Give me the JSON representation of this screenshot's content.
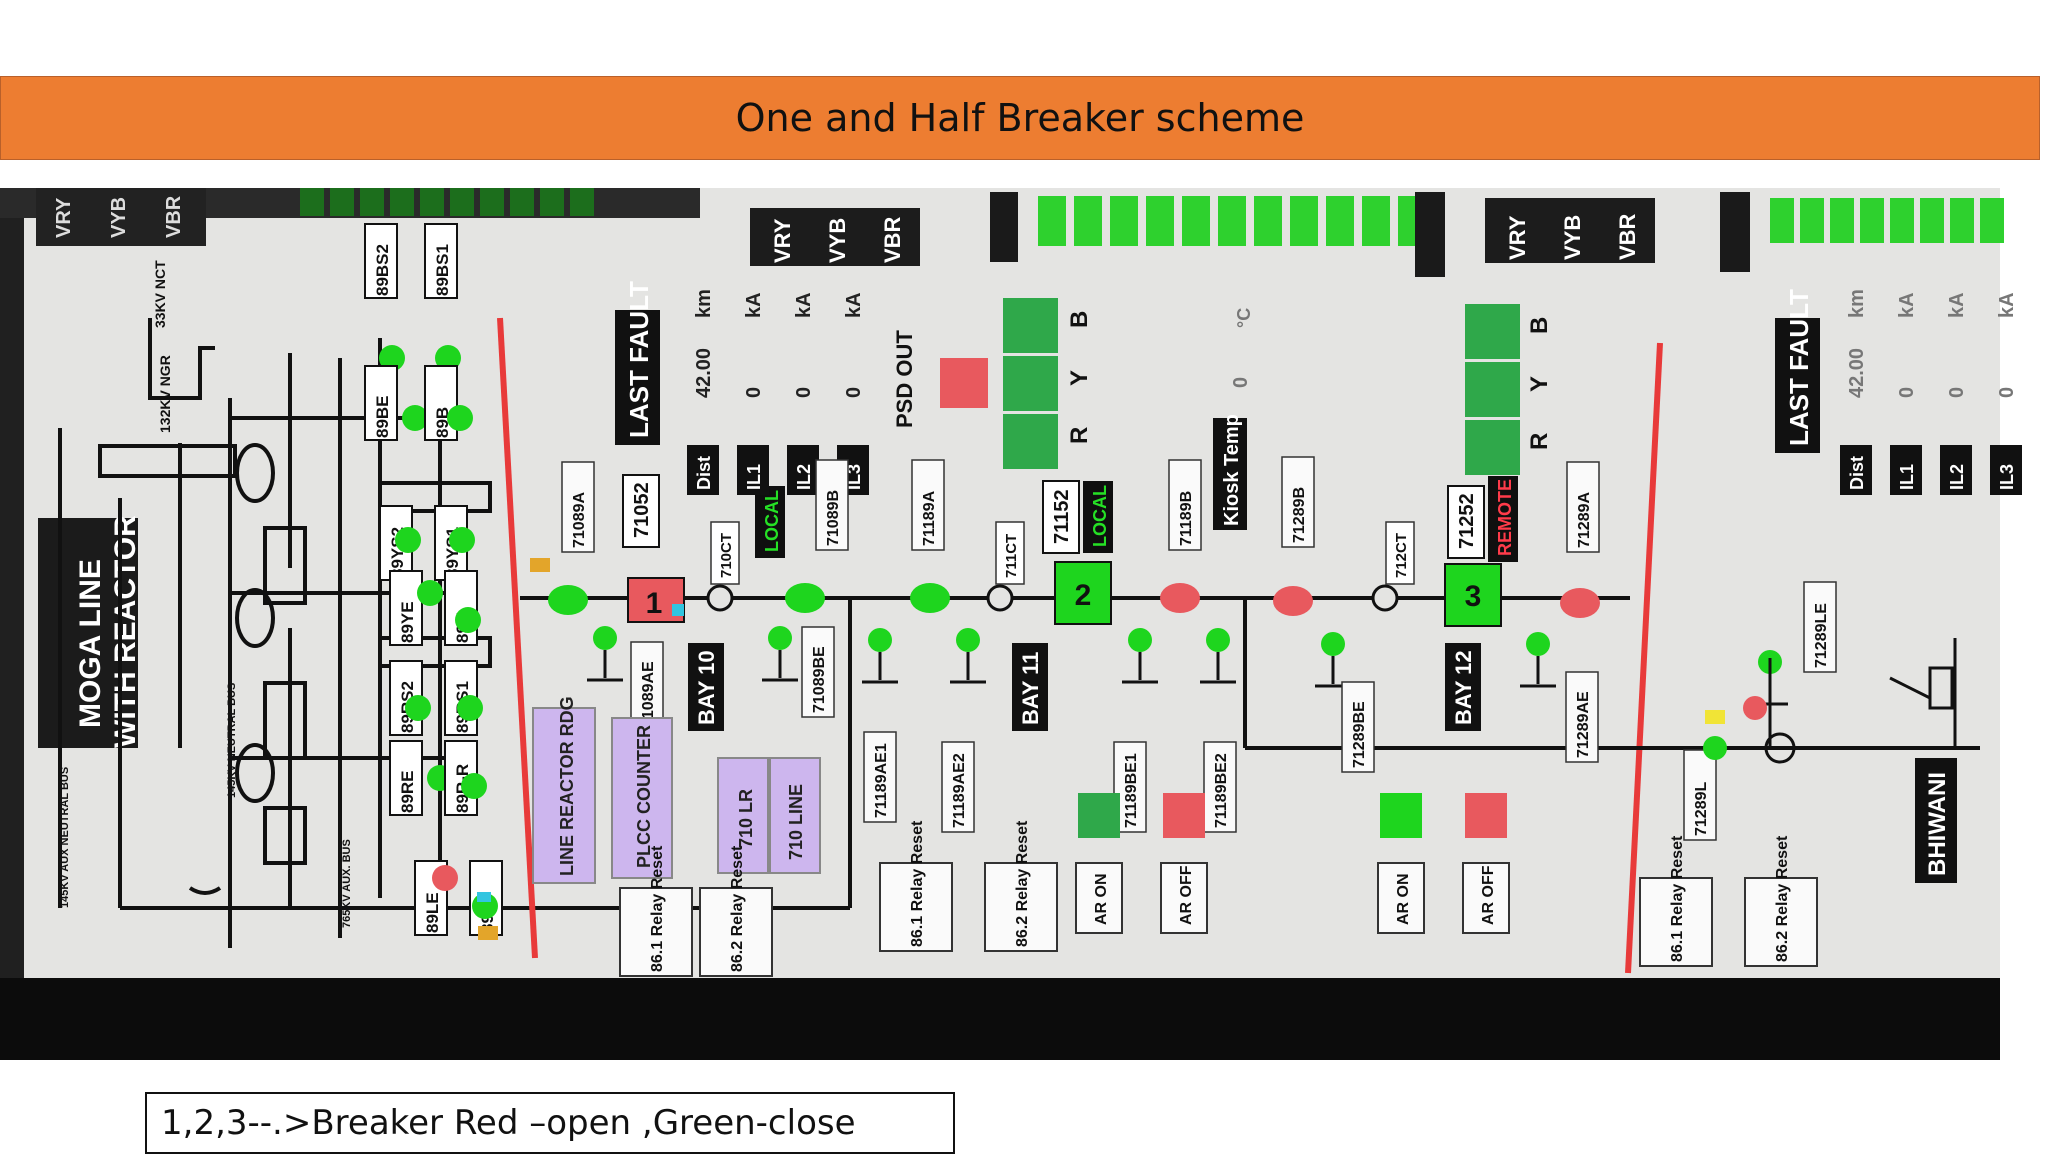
{
  "slide": {
    "title": "One and Half Breaker scheme",
    "caption": "1,2,3--.>Breaker  Red –open ,Green-close"
  },
  "colors": {
    "title_bar": "#ED7D31",
    "breaker_open": "#e8595e",
    "breaker_closed": "#1ed51e",
    "bus_line": "#e83a3a",
    "panel_purple": "#cdb6ee"
  },
  "scada": {
    "line_name_1": "MOGA LINE",
    "line_name_2": "WITH REACTOR",
    "bhiwani": "BHIWANI",
    "aux_bus_1": "145KV AUX NEUTRAL BUS",
    "aux_bus_2": "145KV NEUTRAL BUS",
    "aux_bus_3": "765KV AUX. BUS",
    "ngr": "132KV NGR",
    "nct": "33KV NCT",
    "voltages_left": [
      "VRY",
      "VYB",
      "VBR"
    ],
    "voltages_mid": [
      "VRY",
      "VYB",
      "VBR"
    ],
    "voltages_right": [
      "VRY",
      "VYB",
      "VBR"
    ],
    "isolators": [
      "89BS2",
      "89BS1",
      "89BE",
      "89B",
      "89YS2",
      "89YS1",
      "89YE",
      "89Y",
      "89RS2",
      "89RS1",
      "89RE",
      "89R-R",
      "89LE",
      "89L"
    ],
    "last_fault": "LAST FAULT",
    "fault_rows": [
      {
        "label": "Dist",
        "value": "42.00",
        "unit": "km"
      },
      {
        "label": "IL1",
        "value": "0",
        "unit": "kA"
      },
      {
        "label": "IL2",
        "value": "0",
        "unit": "kA"
      },
      {
        "label": "IL3",
        "value": "0",
        "unit": "kA"
      }
    ],
    "fault_rows_right": [
      {
        "label": "Dist",
        "value": "42.00",
        "unit": "km"
      },
      {
        "label": "IL1",
        "value": "0",
        "unit": "kA"
      },
      {
        "label": "IL2",
        "value": "0",
        "unit": "kA"
      },
      {
        "label": "IL3",
        "value": "0",
        "unit": "kA"
      }
    ],
    "psd_out": "PSD OUT",
    "phases": [
      "R",
      "Y",
      "B"
    ],
    "kiosk_temp": "Kiosk Temp",
    "kiosk_value": "0",
    "kiosk_unit": "°C",
    "local": "LOCAL",
    "remote": "REMOTE",
    "breakers": [
      {
        "number": "1",
        "id": "71052",
        "bay": "BAY 10",
        "state": "open",
        "mode": "LOCAL"
      },
      {
        "number": "2",
        "id": "71152",
        "bay": "BAY 11",
        "state": "closed",
        "mode": "LOCAL"
      },
      {
        "number": "3",
        "id": "71252",
        "bay": "BAY 12",
        "state": "closed",
        "mode": "REMOTE"
      }
    ],
    "ct_labels": [
      "710CT",
      "711CT",
      "712CT"
    ],
    "tags": [
      "71089A",
      "71089AE",
      "71089B",
      "71089BE",
      "71189A",
      "71189AE1",
      "71189AE2",
      "71189B",
      "71189BE1",
      "71189BE2",
      "71289B",
      "71289BE",
      "71289A",
      "71289AE",
      "71289L",
      "71289LE"
    ],
    "buttons": {
      "line_reactor_rdg": "LINE REACTOR RDG",
      "plcc_counter": "PLCC COUNTER",
      "lr_710": "710 LR",
      "line_710": "710 LINE",
      "relay_861": "86.1 Relay Reset",
      "relay_862": "86.2 Relay Reset",
      "ar_on": "AR ON",
      "ar_off": "AR OFF"
    }
  }
}
